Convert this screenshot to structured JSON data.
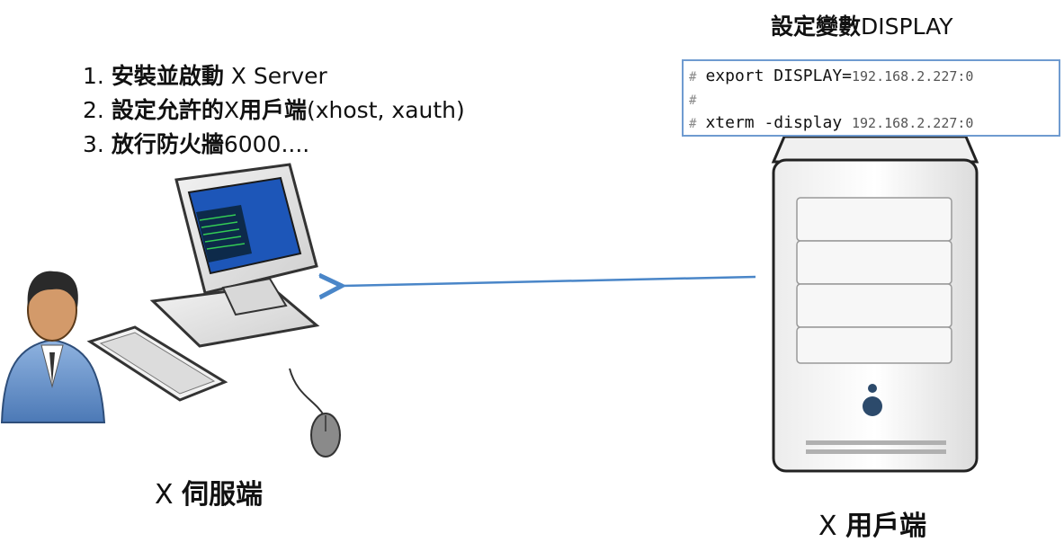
{
  "steps": [
    {
      "num": "1. ",
      "cjk": "安裝並啟動",
      "rest": " X Server"
    },
    {
      "num": "2. ",
      "cjk_a": "設定允許的",
      "mid": "X",
      "cjk_b": "用戶端",
      "rest": "(xhost, xauth)"
    },
    {
      "num": "3. ",
      "cjk": "放行防火牆",
      "rest": "6000...."
    }
  ],
  "display_title": {
    "cjk": "設定變數",
    "rest": "DISPLAY"
  },
  "code": {
    "line1_hash": "#",
    "line1_cmd": "export DISPLAY=",
    "line1_ip": "192.168.2.227:0",
    "line2_hash": "#",
    "line3_hash": "#",
    "line3_cmd": "xterm -display ",
    "line3_ip": "192.168.2.227:0"
  },
  "labels": {
    "server": {
      "x": "X ",
      "cjk": "伺服端"
    },
    "client": {
      "x": "X ",
      "cjk": "用戶端"
    }
  },
  "colors": {
    "arrow": "#4a86c8",
    "code_border": "#6f9bd0"
  }
}
